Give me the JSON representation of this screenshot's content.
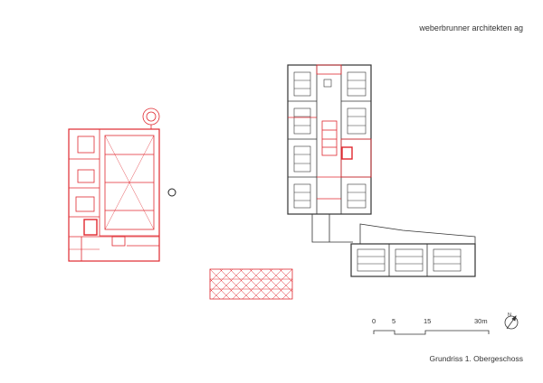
{
  "header": {
    "firm": "weberbrunner architekten ag"
  },
  "caption": "Grundriss 1. Obergeschoss",
  "scale_bar": {
    "labels": [
      "0",
      "5",
      "15",
      "30m"
    ]
  },
  "colors": {
    "new_build": "#e0282f",
    "existing": "#333333",
    "paving": "#f2c0c2",
    "bg": "#ffffff"
  },
  "legend_icons": {
    "north_arrow": "north-arrow-icon",
    "marker": "circle-marker-icon"
  }
}
